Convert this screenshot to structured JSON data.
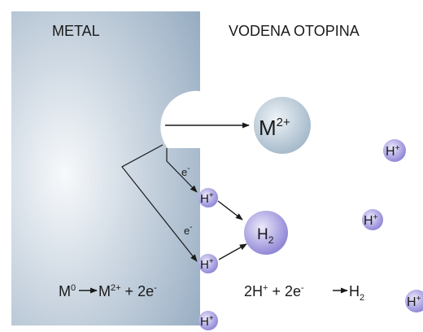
{
  "labels": {
    "metal": "METAL",
    "solution": "VODENA OTOPINA"
  },
  "species": {
    "metal_ion": {
      "base": "M",
      "charge": "2+"
    },
    "hydrogen_ion": {
      "base": "H",
      "charge": "+"
    },
    "hydrogen_molecule": {
      "base": "H",
      "subscript": "2"
    },
    "electron": {
      "base": "e",
      "charge": "-"
    }
  },
  "equations": {
    "metal_oxidation": {
      "reactant": "M",
      "reactant_sup": "0",
      "product": "M",
      "product_sup": "2+",
      "plus": " + ",
      "electrons": "2e",
      "electrons_sup": "-"
    },
    "hydrogen_reduction": {
      "reactant": "2H",
      "reactant_sup": "+",
      "plus": " + ",
      "electrons": "2e",
      "electrons_sup": "-",
      "product": "H",
      "product_sub": "2"
    }
  },
  "colors": {
    "metal_center": "#f7f9fb",
    "metal_edge": "#8fa6bd",
    "metal_ion_center": "#eef3f7",
    "metal_ion_edge": "#9eb4c6",
    "hydrogen_center": "#ece9fb",
    "hydrogen_edge": "#7e74cf",
    "arrow": "#1a1a1a"
  }
}
